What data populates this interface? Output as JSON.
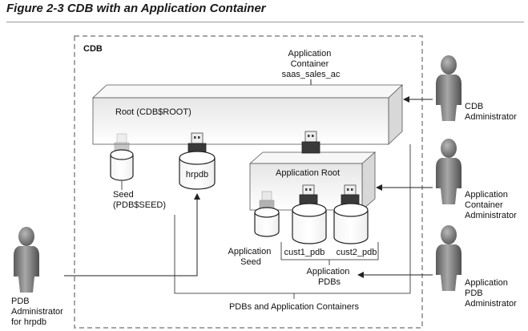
{
  "figure_title": "Figure 2-3 CDB with an Application Container",
  "cdb_label": "CDB",
  "app_container_label": [
    "Application",
    "Container",
    "saas_sales_ac"
  ],
  "root_label": "Root (CDB$ROOT)",
  "app_root_label": "Application Root",
  "seed_label": [
    "Seed",
    "(PDB$SEED)"
  ],
  "hrpdb_label": "hrpdb",
  "app_seed_label": [
    "Application",
    "Seed"
  ],
  "cust1_label": "cust1_pdb",
  "cust2_label": "cust2_pdb",
  "app_pdbs_label": [
    "Application",
    "PDBs"
  ],
  "pdbs_and_containers_label": "PDBs and Application Containers",
  "cdb_admin_label": [
    "CDB",
    "Administrator"
  ],
  "app_container_admin_label": [
    "Application",
    "Container",
    "Administrator"
  ],
  "app_pdb_admin_label": [
    "Application",
    "PDB",
    "Administrator"
  ],
  "pdb_admin_label": [
    "PDB",
    "Administrator",
    "for hrpdb"
  ],
  "colors": {
    "line": "#222222",
    "dashed_border": "#a6a6a6",
    "person": "#6e6e6e",
    "box_fill": "#f4f4f4"
  }
}
